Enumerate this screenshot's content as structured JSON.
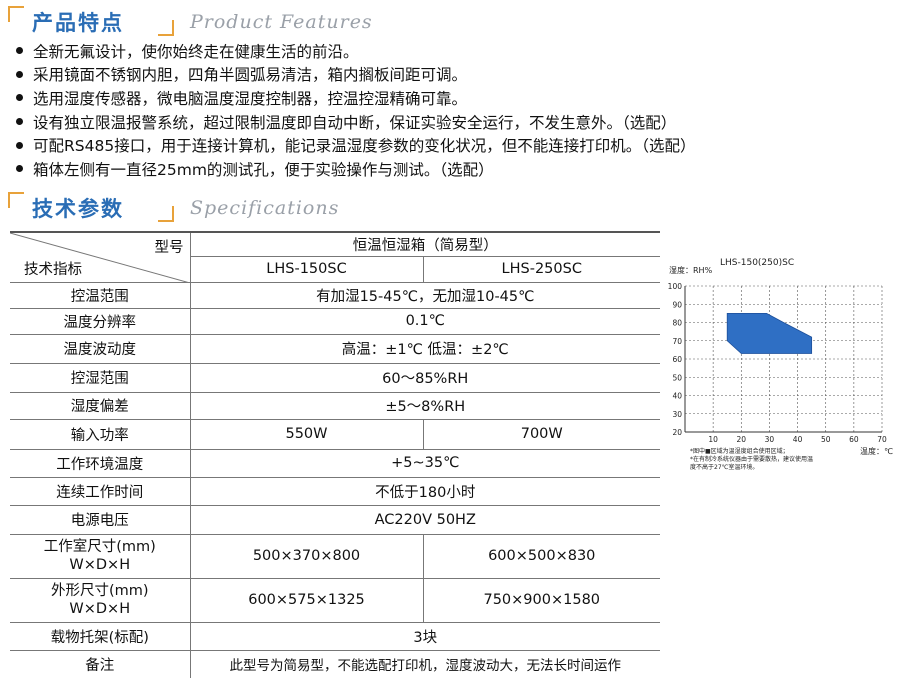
{
  "features_header": {
    "cn": "产品特点",
    "en": "Product Features"
  },
  "features": [
    "全新无氟设计，使你始终走在健康生活的前沿。",
    "采用镜面不锈钢内胆，四角半圆弧易清洁，箱内搁板间距可调。",
    "选用湿度传感器，微电脑温度湿度控制器，控温控湿精确可靠。",
    "设有独立限温报警系统，超过限制温度即自动中断，保证实验安全运行，不发生意外。（选配）",
    "可配RS485接口，用于连接计算机，能记录温湿度参数的变化状况，但不能连接打印机。（选配）",
    "箱体左侧有一直径25mm的测试孔，便于实验操作与测试。（选配）"
  ],
  "specs_header": {
    "cn": "技术参数",
    "en": "Specifications"
  },
  "table": {
    "corner_top": "型号",
    "corner_bottom": "技术指标",
    "group_title": "恒温恒湿箱（简易型）",
    "models": [
      "LHS-150SC",
      "LHS-250SC"
    ],
    "rows": [
      {
        "label": "控温范围",
        "value": "有加湿15-45℃，无加湿10-45℃"
      },
      {
        "label": "温度分辨率",
        "value": "0.1℃"
      },
      {
        "label": "温度波动度",
        "value": "高温：±1℃ 低温：±2℃"
      },
      {
        "label": "控湿范围",
        "value": "60～85%RH"
      },
      {
        "label": "湿度偏差",
        "value": "±5～8%RH"
      },
      {
        "label": "输入功率",
        "values": [
          "550W",
          "700W"
        ]
      },
      {
        "label": "工作环境温度",
        "value": "+5~35℃"
      },
      {
        "label": "连续工作时间",
        "value": "不低于180小时"
      },
      {
        "label": "电源电压",
        "value": "AC220V 50HZ"
      },
      {
        "label": "工作室尺寸(mm)",
        "label2": "W×D×H",
        "values": [
          "500×370×800",
          "600×500×830"
        ]
      },
      {
        "label": "外形尺寸(mm)",
        "label2": "W×D×H",
        "values": [
          "600×575×1325",
          "750×900×1580"
        ]
      },
      {
        "label": "载物托架(标配)",
        "value": "3块"
      },
      {
        "label": "备注",
        "value": "此型号为简易型，不能选配打印机，湿度波动大，无法长时间运作"
      }
    ]
  },
  "chart_data": {
    "type": "area",
    "title": "LHS-150(250)SC",
    "xlabel": "温度：℃",
    "ylabel": "湿度：RH%",
    "xlim": [
      0,
      70
    ],
    "ylim": [
      20,
      100
    ],
    "xticks": [
      10,
      20,
      30,
      40,
      50,
      60,
      70
    ],
    "yticks": [
      20,
      30,
      40,
      50,
      60,
      70,
      80,
      90,
      100
    ],
    "grid": true,
    "region": {
      "x": [
        15,
        29,
        35,
        45,
        45,
        35,
        20,
        15
      ],
      "y": [
        85,
        85,
        80,
        72,
        63,
        63,
        63,
        70
      ]
    },
    "notes": [
      "*图中■区域为温湿度组合使用区域；",
      "*在有制冷系统仪器由于需要散热，建议使用温",
      "度不高于27℃室温环境。"
    ],
    "colors": {
      "region": "#2f6fc4",
      "grid": "#555555"
    }
  },
  "colors": {
    "accent": "#2a6db5",
    "ornament": "#e8a23a",
    "english": "#9aa0a8"
  }
}
